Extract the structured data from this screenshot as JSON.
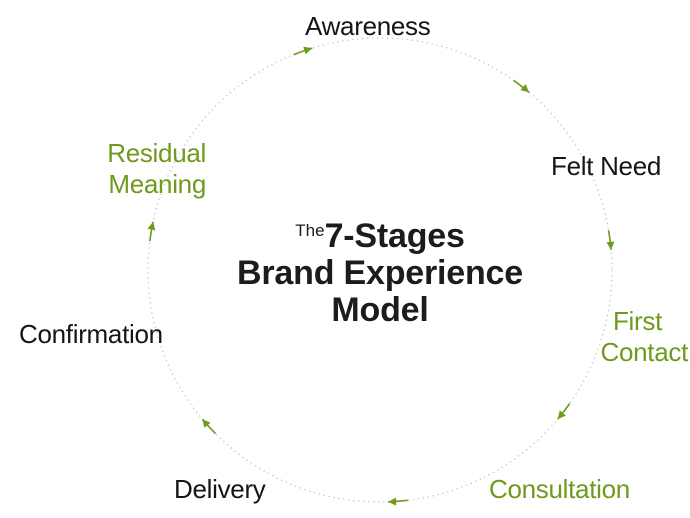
{
  "title": {
    "prefix": "The",
    "line1": "7-Stages",
    "line2": "Brand Experience",
    "line3": "Model"
  },
  "stages": [
    {
      "lines": [
        "Awareness"
      ],
      "color": "#151515"
    },
    {
      "lines": [
        "Felt Need"
      ],
      "color": "#151515"
    },
    {
      "lines": [
        "First",
        "Contact"
      ],
      "color": "#6f9a1e"
    },
    {
      "lines": [
        "Consultation"
      ],
      "color": "#6f9a1e"
    },
    {
      "lines": [
        "Delivery"
      ],
      "color": "#151515"
    },
    {
      "lines": [
        "Confirmation"
      ],
      "color": "#151515"
    },
    {
      "lines": [
        "Residual",
        "Meaning"
      ],
      "color": "#6f9a1e"
    }
  ],
  "colors": {
    "ring": "#c8c8c8",
    "arrow": "#6f9a1e"
  }
}
